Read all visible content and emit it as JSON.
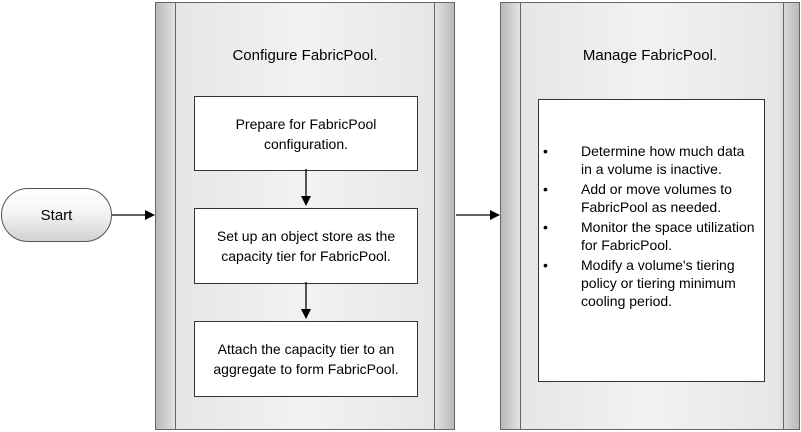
{
  "start": {
    "label": "Start"
  },
  "lanes": {
    "configure": {
      "title": "Configure FabricPool.",
      "steps": [
        "Prepare for FabricPool configuration.",
        "Set up an object store as the capacity tier for FabricPool.",
        "Attach the capacity tier to an aggregate to form FabricPool."
      ]
    },
    "manage": {
      "title": "Manage FabricPool.",
      "tasks": [
        "Determine how much data in a volume is inactive.",
        "Add or move volumes to FabricPool as needed.",
        "Monitor the space utilization for FabricPool.",
        "Modify a volume's tiering policy or tiering minimum cooling period."
      ]
    }
  },
  "bullet_glyph": "•"
}
